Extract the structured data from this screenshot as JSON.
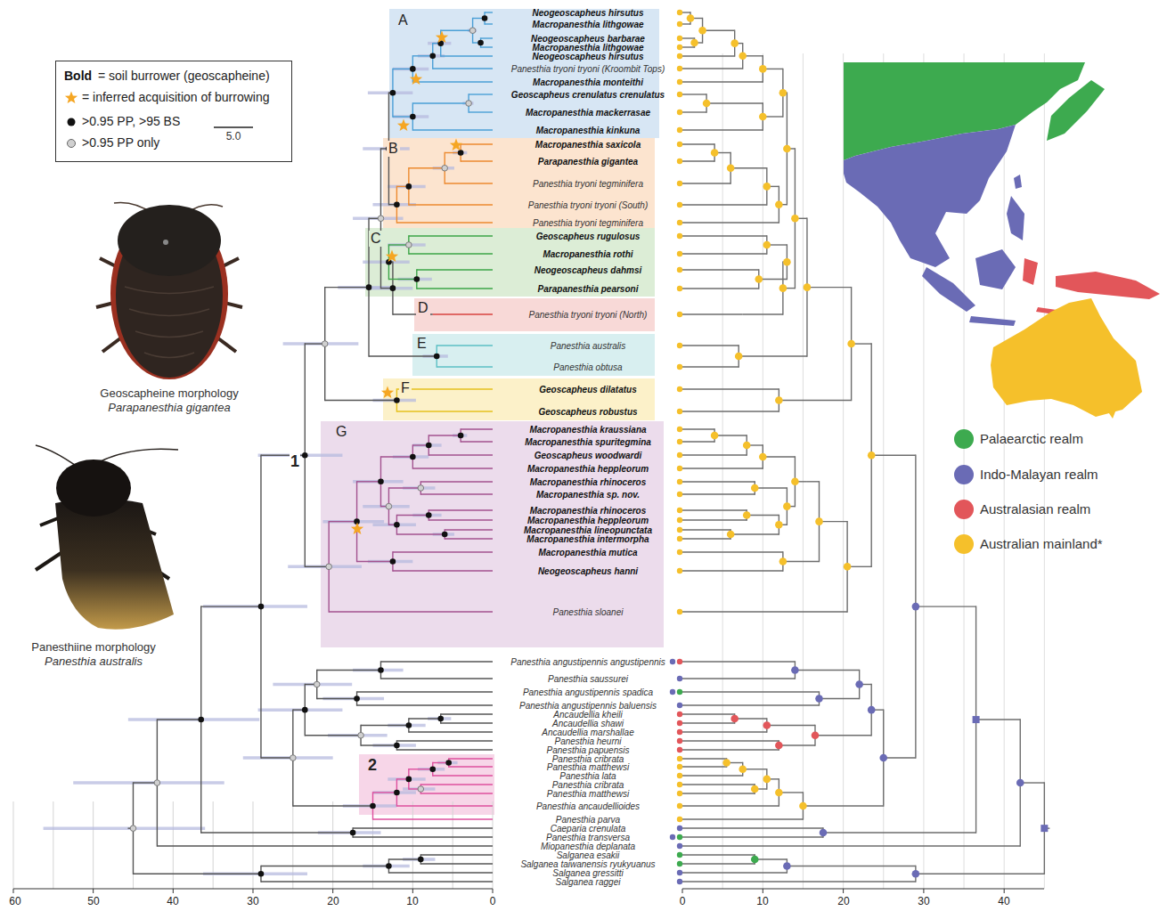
{
  "diagram": {
    "nodes": [
      {
        "text": [
          "A"
        ]
      },
      {
        "text": [
          "B"
        ]
      },
      {
        "text": [
          "C"
        ]
      },
      {
        "text": [
          "D"
        ]
      },
      {
        "text": [
          "E"
        ]
      },
      {
        "text": [
          "F"
        ]
      },
      {
        "text": [
          "G"
        ]
      },
      {
        "text": [
          "2"
        ]
      }
    ],
    "labels": [
      "Neogeoscapheus hirsutus",
      "Macropanesthia lithgowae",
      "Neogeoscapheus barbarae",
      "Macropanesthia lithgowae",
      "Neogeoscapheus hirsutus",
      "Panesthia tryoni tryoni (Kroombit Tops)",
      "Macropanesthia monteithi",
      "Geoscapheus crenulatus crenulatus",
      "Macropanesthia mackerrasae",
      "Macropanesthia kinkuna",
      "Macropanesthia saxicola",
      "Parapanesthia gigantea",
      "Panesthia tryoni tegminifera",
      "Panesthia tryoni tryoni (South)",
      "Panesthia tryoni tegminifera",
      "Geoscapheus rugulosus",
      "Macropanesthia rothi",
      "Neogeoscapheus dahmsi",
      "Parapanesthia pearsoni",
      "Panesthia tryoni tryoni (North)",
      "Panesthia australis",
      "Panesthia obtusa",
      "Geoscapheus dilatatus",
      "Geoscapheus robustus",
      "Macropanesthia kraussiana",
      "Macropanesthia spuritegmina",
      "Geoscapheus woodwardi",
      "Macropanesthia heppleorum",
      "Macropanesthia rhinoceros",
      "Macropanesthia sp. nov.",
      "Macropanesthia rhinoceros",
      "Macropanesthia heppleorum",
      "Macropanesthia lineopunctata",
      "Macropanesthia intermorpha",
      "Macropanesthia mutica",
      "Neogeoscapheus hanni",
      "Panesthia sloanei",
      "Panesthia angustipennis angustipennis",
      "Panesthia saussurei",
      "Panesthia angustipennis spadica",
      "Panesthia angustipennis baluensis",
      "Ancaudellia kheili",
      "Ancaudellia shawi",
      "Ancaudellia marshallae",
      "Panesthia heurni",
      "Panesthia papuensis",
      "Panesthia cribrata",
      "Panesthia matthewsi",
      "Panesthia lata",
      "Panesthia cribrata",
      "Panesthia matthewsi",
      "Panesthia ancaudellioides",
      "Panesthia parva",
      "Caeparia crenulata",
      "Panesthia transversa",
      "Miopanesthia deplanata",
      "Salganea esakii",
      "Salganea taiwanensis ryukyuanus",
      "Salganea gressitti",
      "Salganea raggei",
      "Bold",
      "5.0",
      "1",
      "Geoscapheine morphology",
      "Parapanesthia gigantea",
      "Panesthiine morphology",
      "Panesthia australis",
      "60",
      "50",
      "40",
      "30",
      "20",
      "10",
      "0",
      "0",
      "10",
      "20",
      "30",
      "40"
    ],
    "legend": [
      {
        "text": "= soil burrower (geoscapheine)"
      },
      {
        "text": "= inferred acquisition of burrowing"
      },
      {
        "text": ">0.95 PP, >95 BS"
      },
      {
        "text": ">0.95 PP only"
      },
      {
        "text": "Palaearctic realm",
        "color": "#3daa4f"
      },
      {
        "text": "Indo-Malayan realm",
        "color": "#6a6bb5"
      },
      {
        "text": "Australasian realm",
        "color": "#e2565a"
      },
      {
        "text": "Australian mainland*",
        "color": "#f5c02b"
      }
    ]
  }
}
